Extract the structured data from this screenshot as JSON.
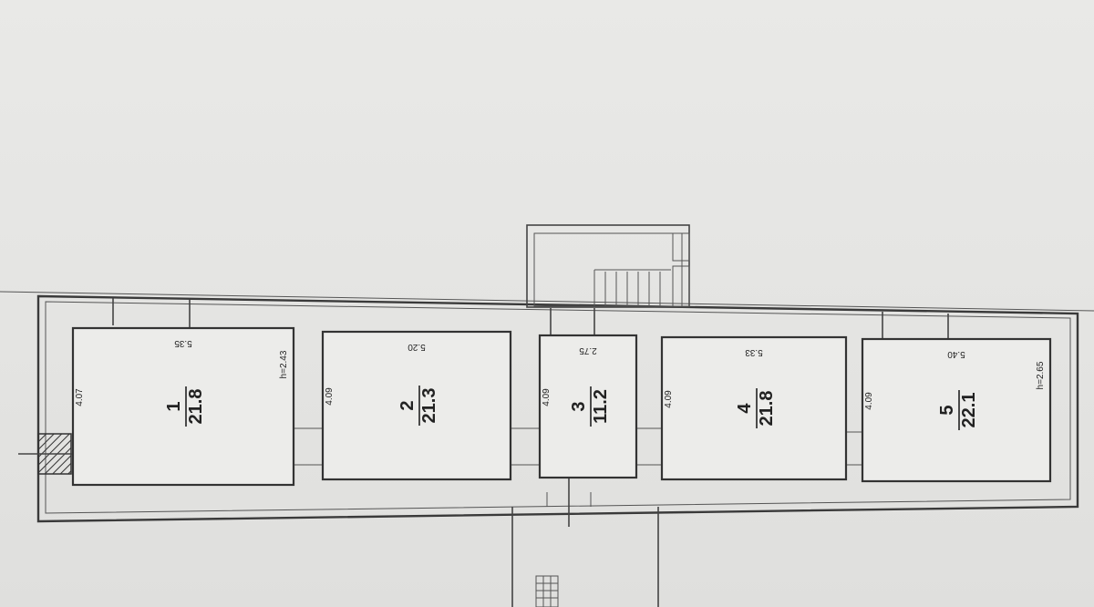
{
  "rooms": [
    {
      "number": "1",
      "area": "21.8",
      "length": "5.35",
      "width": "4.07",
      "height": "h=2.43"
    },
    {
      "number": "2",
      "area": "21.3",
      "length": "5.20",
      "width": "4.09"
    },
    {
      "number": "3",
      "area": "11.2",
      "length": "2.75",
      "width": "4.09"
    },
    {
      "number": "4",
      "area": "21.8",
      "length": "5.33",
      "width": "4.09"
    },
    {
      "number": "5",
      "area": "22.1",
      "length": "5.40",
      "width": "4.09",
      "height": "h=2.65"
    }
  ]
}
